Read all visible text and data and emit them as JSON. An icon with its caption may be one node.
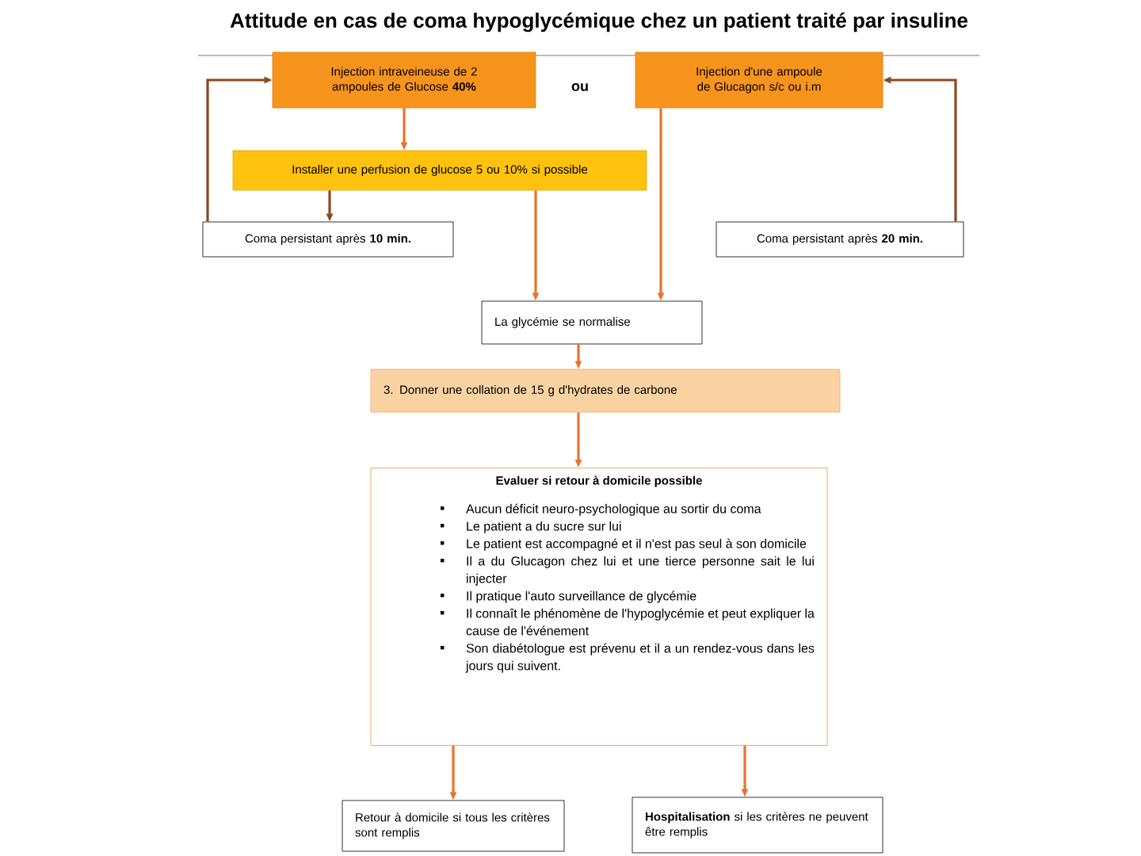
{
  "diagram": {
    "title": "Attitude en cas de coma hypoglycémique chez un patient traité par insuline",
    "nodes": [
      {
        "text": [
          "Injection intraveineuse de 2 ampoules de Glucose **40%**"
        ]
      },
      {
        "text": [
          "Injection d'une ampoule de Glucagon s/c ou i.m"
        ]
      },
      {
        "text": [
          "Installer une perfusion de glucose 5 ou 10% si possible"
        ]
      },
      {
        "text": [
          "Coma persistant après **10 min.**"
        ]
      },
      {
        "text": [
          "Coma persistant après **20 min.**"
        ]
      },
      {
        "text": [
          "La glycémie se normalise"
        ]
      },
      {
        "text": [
          "3. Donner une collation de 15 g d'hydrates de carbone"
        ]
      },
      {
        "text": [
          "Evaluer si retour à domicile possible",
          "Aucun déficit neuro-psychologique au sortir du coma",
          "Le patient a du sucre sur lui",
          "Le patient est accompagné et il n'est pas seul à son domicile",
          "Il a du Glucagon chez lui et une tierce personne sait le lui injecter",
          "Il pratique l'auto surveillance de glycémie",
          "Il connaît le phénomène de l'hypoglycémie et peut expliquer la cause de l'événement",
          "Son diabétologue est prévenu et il a un rendez-vous dans les jours qui suivent."
        ]
      },
      {
        "text": [
          "Retour à domicile si tous les critères sont remplis"
        ]
      },
      {
        "text": [
          "**Hospitalisation** si les critères ne peuvent être remplis"
        ]
      }
    ],
    "edges": [
      {
        "from": 0,
        "to": 2,
        "arrow": "to"
      },
      {
        "from": 2,
        "to": 3,
        "arrow": "to",
        "color": "#8b4a1f"
      },
      {
        "from": 3,
        "to": 0,
        "arrow": "to",
        "color": "#8b4a1f"
      },
      {
        "from": 4,
        "to": 1,
        "arrow": "to",
        "color": "#8b4a1f"
      },
      {
        "from": 2,
        "to": 5,
        "arrow": "to"
      },
      {
        "from": 1,
        "to": 5,
        "arrow": "to"
      },
      {
        "from": 5,
        "to": 6,
        "arrow": "to"
      },
      {
        "from": 6,
        "to": 7,
        "arrow": "to"
      },
      {
        "from": 7,
        "to": 8,
        "arrow": "to"
      },
      {
        "from": 7,
        "to": 9,
        "arrow": "to"
      }
    ],
    "labels": [
      "ou"
    ]
  }
}
